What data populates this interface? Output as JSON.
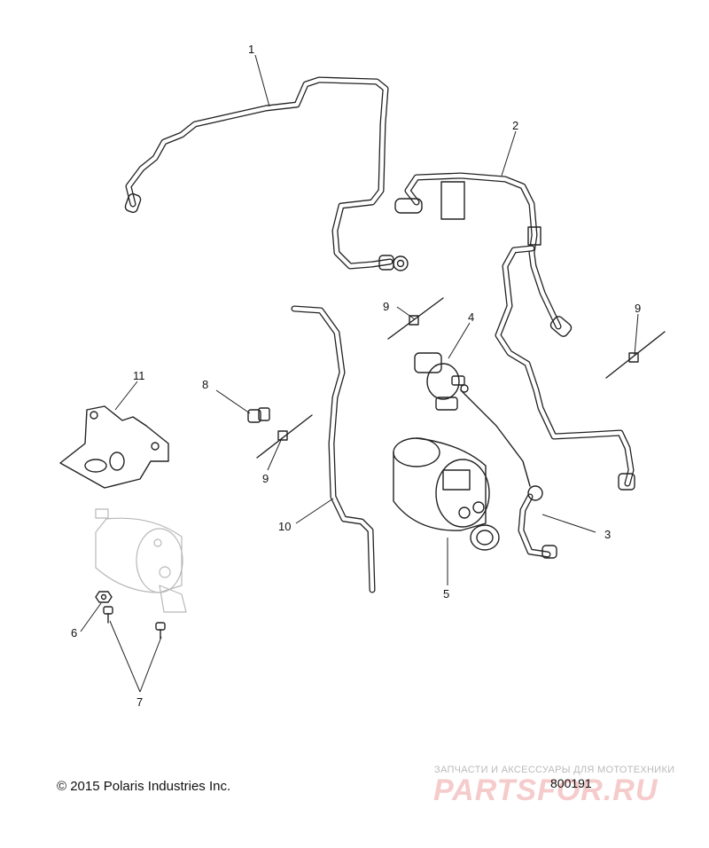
{
  "callouts": {
    "c1": "1",
    "c2": "2",
    "c3": "3",
    "c4": "4",
    "c5": "5",
    "c6": "6",
    "c7": "7",
    "c8": "8",
    "c9a": "9",
    "c9b": "9",
    "c9c": "9",
    "c10": "10",
    "c11": "11"
  },
  "copyright": "© 2015 Polaris Industries Inc.",
  "diagram_id": "800191",
  "watermark": {
    "tagline": "ЗАПЧАСТИ И АКСЕССУАРЫ ДЛЯ МОТОТЕХНИКИ",
    "logo": "PARTSFOR.RU"
  }
}
